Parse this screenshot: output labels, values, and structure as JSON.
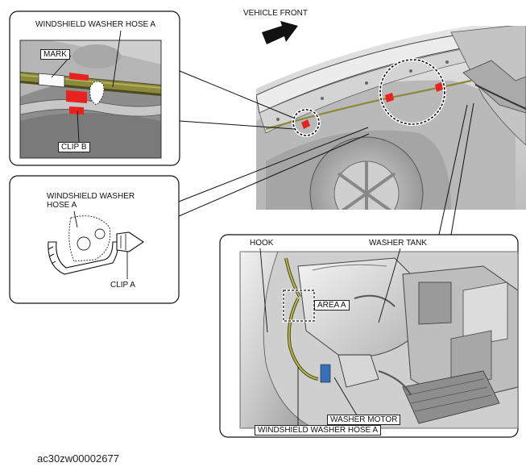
{
  "labels": {
    "vehicle_front": "VEHICLE FRONT",
    "hose_a_top": "WINDSHIELD WASHER HOSE A",
    "mark": "MARK",
    "clip_b": "CLIP B",
    "hose_a_mid": "WINDSHIELD WASHER\nHOSE A",
    "clip_a": "CLIP A",
    "hook": "HOOK",
    "washer_tank": "WASHER TANK",
    "area_a": "AREA A",
    "washer_motor": "WASHER MOTOR",
    "hose_a_bottom": "WINDSHIELD WASHER HOSE A"
  },
  "document_id": "ac30zw00002677",
  "colors": {
    "clip_red": "#e8231f",
    "hose_olive": "#8a8a3a",
    "outline": "#111111"
  }
}
